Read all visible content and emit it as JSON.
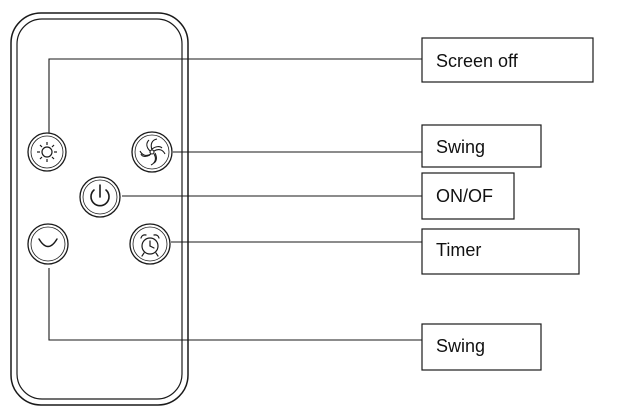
{
  "figure": {
    "title": "",
    "labels": {
      "screen_off": "Screen off",
      "swing_top": "Swing",
      "on_off": "ON/OF",
      "timer": "Timer",
      "swing_bottom": "Swing"
    },
    "icons": {
      "screen_off": "brightness-icon",
      "swing_top": "fan-icon",
      "on_off": "power-icon",
      "timer": "alarm-clock-icon",
      "swing_bottom": "swing-icon"
    },
    "colors": {
      "stroke": "#1a1a1a",
      "text": "#111111",
      "background": "#ffffff"
    }
  }
}
